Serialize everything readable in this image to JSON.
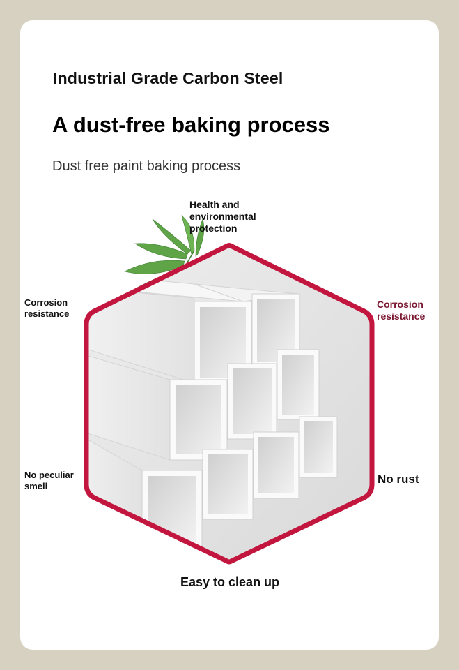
{
  "heading": {
    "title": "Industrial Grade Carbon Steel",
    "headline": "A dust-free baking process",
    "subtitle": "Dust free paint baking process"
  },
  "features": {
    "top": [
      "Health and",
      "environmental",
      "protection"
    ],
    "left_upper": [
      "Corrosion",
      "resistance"
    ],
    "right_upper": [
      "Corrosion",
      "resistance"
    ],
    "left_lower": [
      "No peculiar",
      "smell"
    ],
    "right_lower": "No rust",
    "bottom": "Easy to clean up"
  },
  "colors": {
    "page_background": "#d6d1c1",
    "card_background": "#ffffff",
    "hexagon_frame": "#c3163f",
    "accent_text": "#7a1730",
    "leaf": "#5fa447"
  },
  "illustration": {
    "icon": "stacked-square-steel-tubes-in-hexagon-frame",
    "decoration": "green-leaf-branch"
  }
}
